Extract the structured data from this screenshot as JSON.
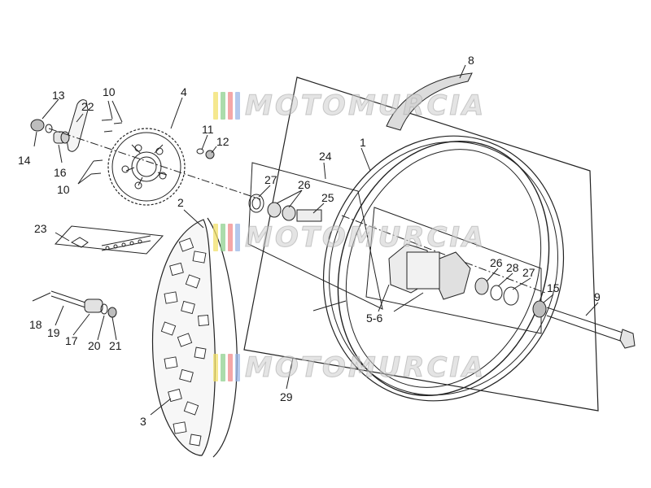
{
  "watermark": {
    "text": "MOTOMURCIA",
    "bar_colors": [
      "#f2e06a",
      "#8fd08f",
      "#f08a8a",
      "#9ab6e6"
    ]
  },
  "labels": {
    "l1": "1",
    "l2": "2",
    "l3": "3",
    "l4": "4",
    "l5_6": "5-6",
    "l8": "8",
    "l9": "9",
    "l10a": "10",
    "l10b": "10",
    "l11": "11",
    "l12": "12",
    "l13": "13",
    "l14": "14",
    "l15": "15",
    "l16": "16",
    "l17": "17",
    "l18": "18",
    "l19": "19",
    "l20": "20",
    "l21": "21",
    "l22": "22",
    "l23": "23",
    "l24": "24",
    "l25": "25",
    "l26a": "26",
    "l26b": "26",
    "l27a": "27",
    "l27b": "27",
    "l28": "28",
    "l29": "29"
  }
}
